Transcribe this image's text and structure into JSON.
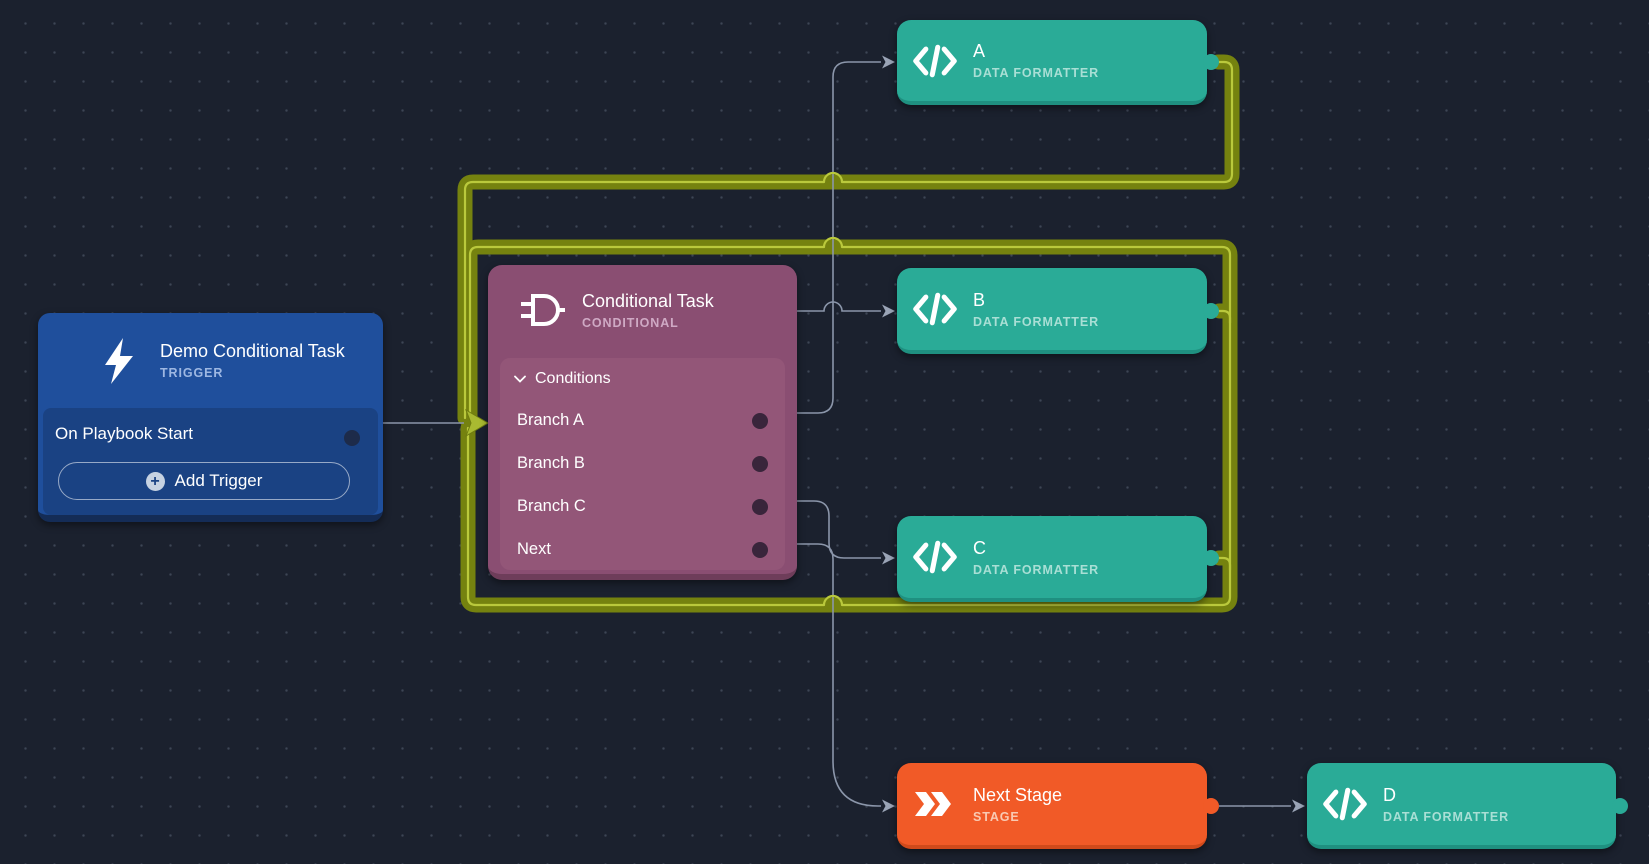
{
  "canvas": {
    "background_color": "#1b212e",
    "grid_dot_color": "#3d4555"
  },
  "colors": {
    "trigger_blue": "#1f4f9c",
    "trigger_panel_blue": "#1a4283",
    "conditional_purple": "#8a4e72",
    "conditional_panel_purple": "#935678",
    "formatter_teal": "#2aab97",
    "stage_orange": "#f15a27",
    "highlight_glow_olive": "#75820f",
    "highlight_line_olive": "#bac93c",
    "edge_gray": "#8b96aa",
    "arrow_gray": "#9aa4b6"
  },
  "nodes": {
    "trigger": {
      "title": "Demo Conditional Task",
      "type_label": "TRIGGER",
      "icon": "lightning-bolt-icon",
      "trigger_row_label": "On Playbook Start",
      "add_button_label": "Add Trigger"
    },
    "conditional": {
      "title": "Conditional Task",
      "type_label": "CONDITIONAL",
      "icon": "logic-gate-icon",
      "panel_header": "Conditions",
      "branches": [
        {
          "label": "Branch A"
        },
        {
          "label": "Branch B"
        },
        {
          "label": "Branch C"
        },
        {
          "label": "Next"
        }
      ]
    },
    "formatter_a": {
      "title": "A",
      "type_label": "DATA FORMATTER",
      "icon": "code-icon"
    },
    "formatter_b": {
      "title": "B",
      "type_label": "DATA FORMATTER",
      "icon": "code-icon"
    },
    "formatter_c": {
      "title": "C",
      "type_label": "DATA FORMATTER",
      "icon": "code-icon"
    },
    "formatter_d": {
      "title": "D",
      "type_label": "DATA FORMATTER",
      "icon": "code-icon"
    },
    "stage": {
      "title": "Next Stage",
      "type_label": "STAGE",
      "icon": "stage-chevrons-icon"
    }
  }
}
